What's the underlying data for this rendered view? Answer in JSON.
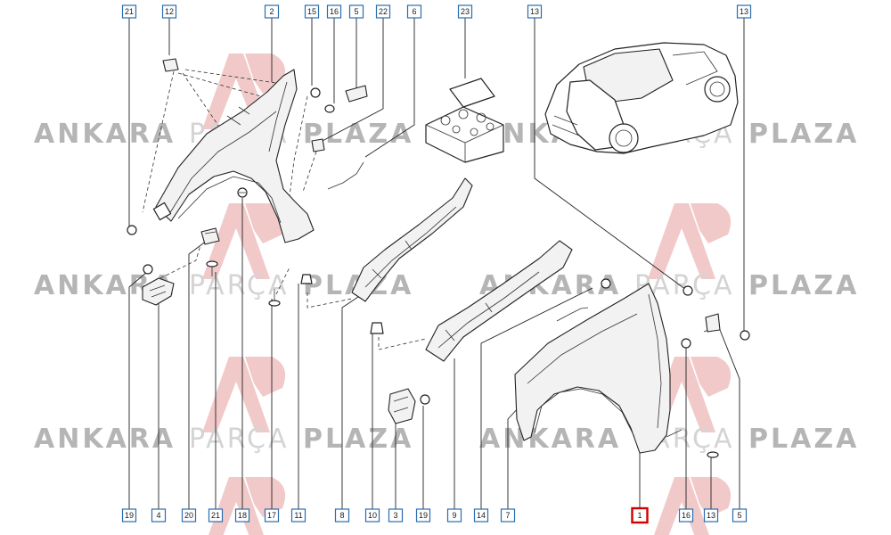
{
  "watermark": {
    "word1": "ANKARA",
    "word2": "PARÇA",
    "word3": "PLAZA",
    "color_dark": "#b5b5b5",
    "color_light": "#d4d4d4",
    "logo_color": "#f1c9c9"
  },
  "callouts": {
    "top": [
      "21",
      "12",
      "2",
      "15",
      "16",
      "5",
      "22",
      "6",
      "23",
      "13",
      "13"
    ],
    "bottom": [
      "19",
      "4",
      "20",
      "21",
      "18",
      "17",
      "11",
      "8",
      "10",
      "3",
      "19",
      "9",
      "14",
      "7",
      "1",
      "16",
      "13",
      "5"
    ],
    "highlight": "1",
    "highlight_color": "#d10000",
    "frame_color": "#2a6db0"
  }
}
